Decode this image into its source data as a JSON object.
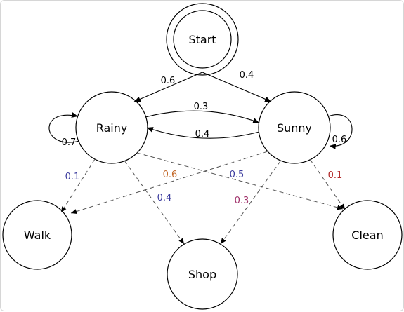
{
  "states": [
    {
      "id": "start",
      "label": "Start"
    },
    {
      "id": "rainy",
      "label": "Rainy"
    },
    {
      "id": "sunny",
      "label": "Sunny"
    }
  ],
  "observations": [
    {
      "id": "walk",
      "label": "Walk"
    },
    {
      "id": "shop",
      "label": "Shop"
    },
    {
      "id": "clean",
      "label": "Clean"
    }
  ],
  "transitions": [
    {
      "from": "start",
      "to": "rainy",
      "p": "0.6"
    },
    {
      "from": "start",
      "to": "sunny",
      "p": "0.4"
    },
    {
      "from": "rainy",
      "to": "sunny",
      "p": "0.3"
    },
    {
      "from": "sunny",
      "to": "rainy",
      "p": "0.4"
    },
    {
      "from": "rainy",
      "to": "rainy",
      "p": "0.7"
    },
    {
      "from": "sunny",
      "to": "sunny",
      "p": "0.6"
    }
  ],
  "emissions": [
    {
      "from": "rainy",
      "to": "walk",
      "p": "0.1",
      "color": "#3b3b9e"
    },
    {
      "from": "rainy",
      "to": "shop",
      "p": "0.4",
      "color": "#3b3b9e"
    },
    {
      "from": "rainy",
      "to": "clean",
      "p": "0.5",
      "color": "#3b3b9e"
    },
    {
      "from": "sunny",
      "to": "walk",
      "p": "0.6",
      "color": "#c46a2b"
    },
    {
      "from": "sunny",
      "to": "shop",
      "p": "0.3",
      "color": "#a0306a"
    },
    {
      "from": "sunny",
      "to": "clean",
      "p": "0.1",
      "color": "#b22a2a"
    }
  ],
  "colors": {
    "stroke": "#000000",
    "emission_line": "#555555"
  }
}
